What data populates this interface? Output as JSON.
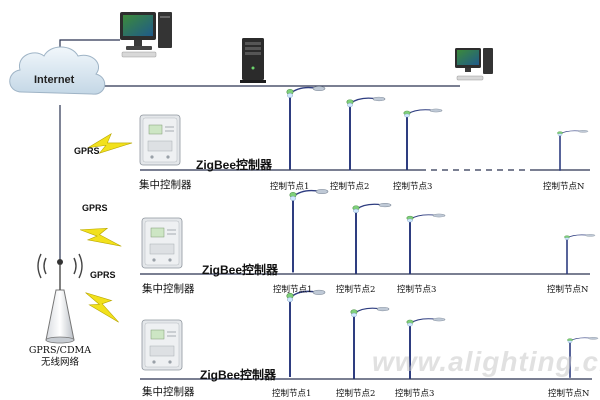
{
  "labels": {
    "internet": "Internet",
    "gprs": "GPRS",
    "wireless_line1": "GPRS/CDMA",
    "wireless_line2": "无线网络",
    "concentrator": "集中控制器",
    "zigbee": "ZigBee控制器",
    "node1": "控制节点1",
    "node2": "控制节点2",
    "node3": "控制节点3",
    "nodeN": "控制节点N",
    "watermark": "www.alighting.cn"
  },
  "colors": {
    "line": "#2a3350",
    "pole": "#2e3d80",
    "lightning": "#f2e11c",
    "cloud": "#d9e8f3",
    "meter": "#e4e7ea"
  },
  "icons": [
    "cloud-icon",
    "desktop-computer-icon",
    "server-tower-icon",
    "electric-meter-icon",
    "street-lamp-icon",
    "lightning-bolt-icon",
    "antenna-tower-icon"
  ]
}
